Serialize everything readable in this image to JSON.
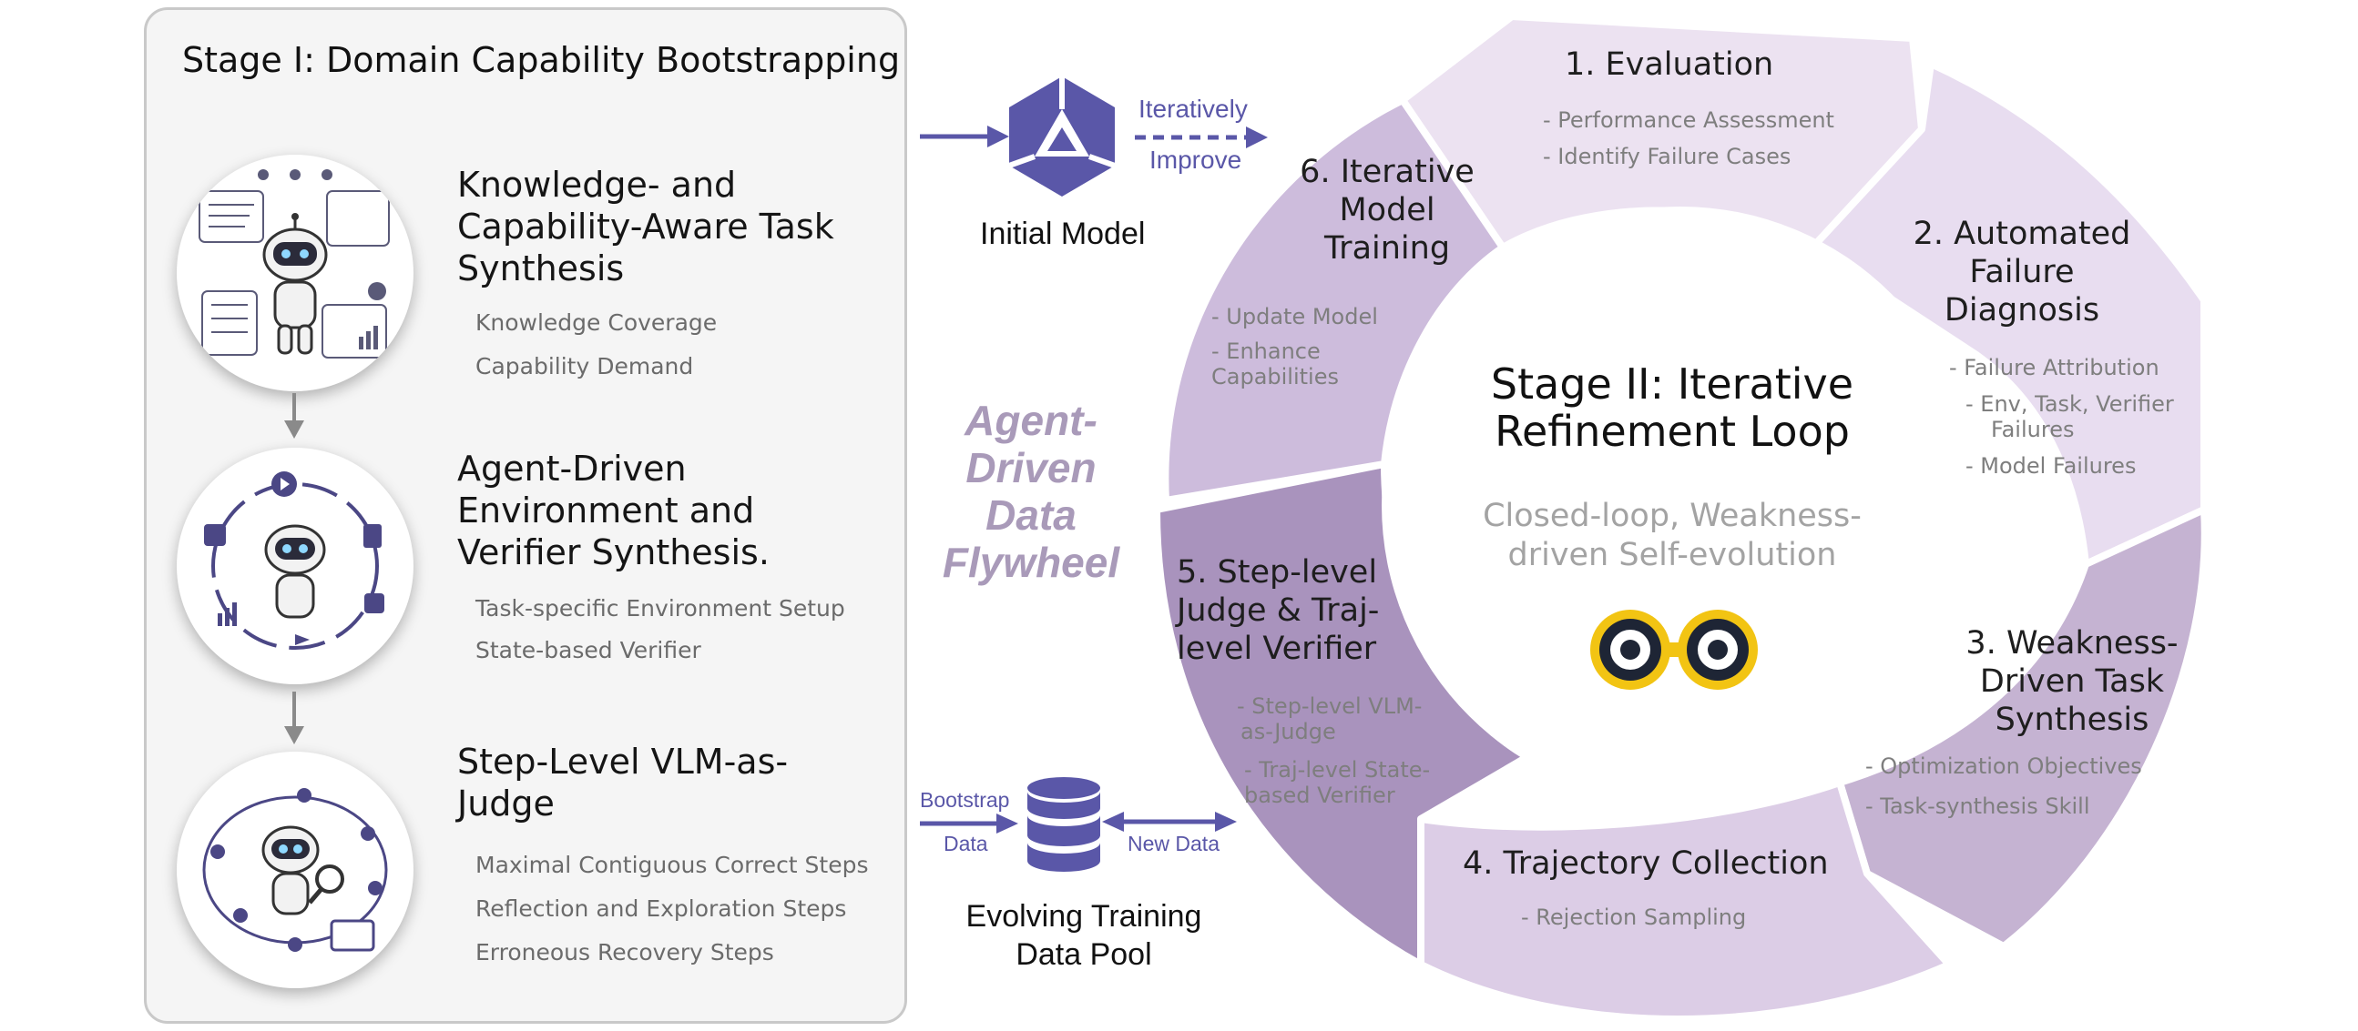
{
  "stage1": {
    "title": "Stage I:  Domain Capability Bootstrapping",
    "items": [
      {
        "heading": "Knowledge- and Capability-Aware Task Synthesis",
        "bullets": [
          "Knowledge Coverage",
          "Capability Demand"
        ]
      },
      {
        "heading": "Agent-Driven Environment and Verifier Synthesis.",
        "bullets": [
          "Task-specific Environment Setup",
          "State-based Verifier"
        ]
      },
      {
        "heading": "Step-Level VLM-as-Judge",
        "bullets": [
          "Maximal Contiguous Correct Steps",
          "Reflection and Exploration Steps",
          "Erroneous Recovery Steps"
        ]
      }
    ]
  },
  "middle": {
    "initial_model": "Initial Model",
    "iter_1": "Iteratively",
    "iter_2": "Improve",
    "flywheel": "Agent-Driven Data Flywheel",
    "bootstrap_1": "Bootstrap",
    "bootstrap_2": "Data",
    "new_data": "New Data",
    "pool_title": "Evolving Training Data Pool"
  },
  "stage2": {
    "title": "Stage II: Iterative Refinement Loop",
    "subtitle": "Closed-loop, Weakness-driven Self-evolution",
    "segments": [
      {
        "title": "1. Evaluation",
        "bullets": [
          "- Performance Assessment",
          "- Identify Failure Cases"
        ]
      },
      {
        "title": "2. Automated Failure Diagnosis",
        "bullets": [
          "- Failure Attribution",
          "-  Env, Task, Verifier",
          "Failures",
          "-  Model Failures"
        ]
      },
      {
        "title": "3. Weakness-Driven Task Synthesis",
        "bullets": [
          "- Optimization Objectives",
          "- Task-synthesis Skill"
        ]
      },
      {
        "title": "4. Trajectory Collection",
        "bullets": [
          "- Rejection Sampling"
        ]
      },
      {
        "title": "5. Step-level Judge & Traj-level Verifier",
        "bullets": [
          "- Step-level VLM-",
          "as-Judge",
          "- Traj-level State-",
          "based Verifier"
        ]
      },
      {
        "title": "6. Iterative Model Training",
        "bullets": [
          "- Update Model",
          "- Enhance",
          "Capabilities"
        ]
      }
    ],
    "colors": {
      "seg1": "#ece2f1",
      "seg2": "#e8ddf0",
      "seg3": "#c5b3d2",
      "seg4": "#dccde6",
      "seg5": "#a993bd",
      "seg6": "#cdbcdc",
      "border": "#8e7aa5"
    }
  },
  "colors": {
    "accent": "#5a57a8",
    "arrow_gray": "#8a8a8a"
  },
  "icons": [
    "robot-icon",
    "model-logo-icon",
    "database-icon",
    "binoculars-logo-icon"
  ]
}
